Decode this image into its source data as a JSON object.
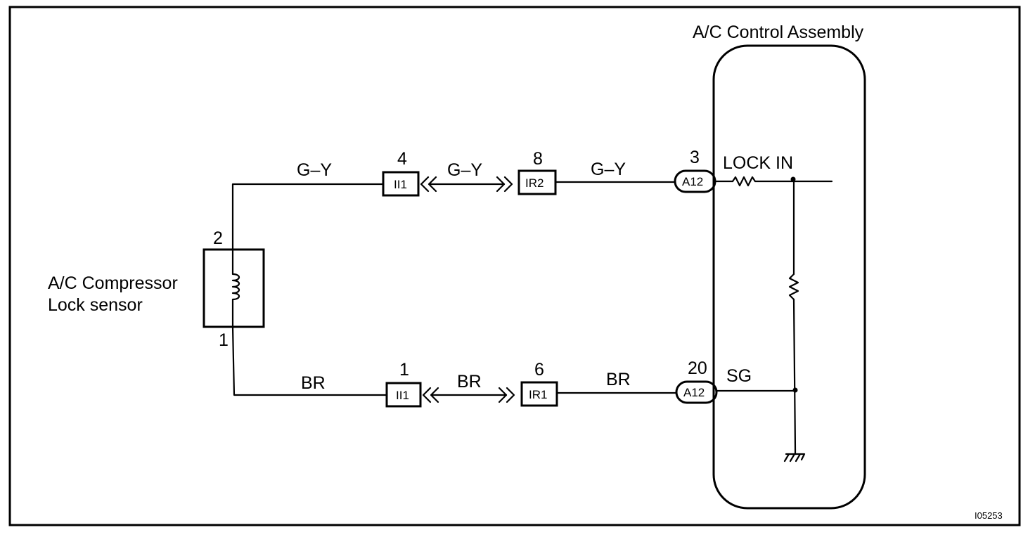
{
  "control_unit": {
    "title": "A/C Control Assembly"
  },
  "sensor": {
    "name_line1": "A/C Compressor",
    "name_line2": "Lock sensor",
    "pin_top": "2",
    "pin_bottom": "1"
  },
  "upper_circuit": {
    "wire_left": "G–Y",
    "wire_mid": "G–Y",
    "wire_right": "G–Y",
    "conn1_label": "II1",
    "conn1_pin": "4",
    "conn2_label": "IR2",
    "conn2_pin": "8",
    "ecu_conn": "A12",
    "ecu_pin": "3",
    "terminal": "LOCK IN"
  },
  "lower_circuit": {
    "wire_left": "BR",
    "wire_mid": "BR",
    "wire_right": "BR",
    "conn1_label": "II1",
    "conn1_pin": "1",
    "conn2_label": "IR1",
    "conn2_pin": "6",
    "ecu_conn": "A12",
    "ecu_pin": "20",
    "terminal": "SG"
  },
  "figure_code": "I05253"
}
